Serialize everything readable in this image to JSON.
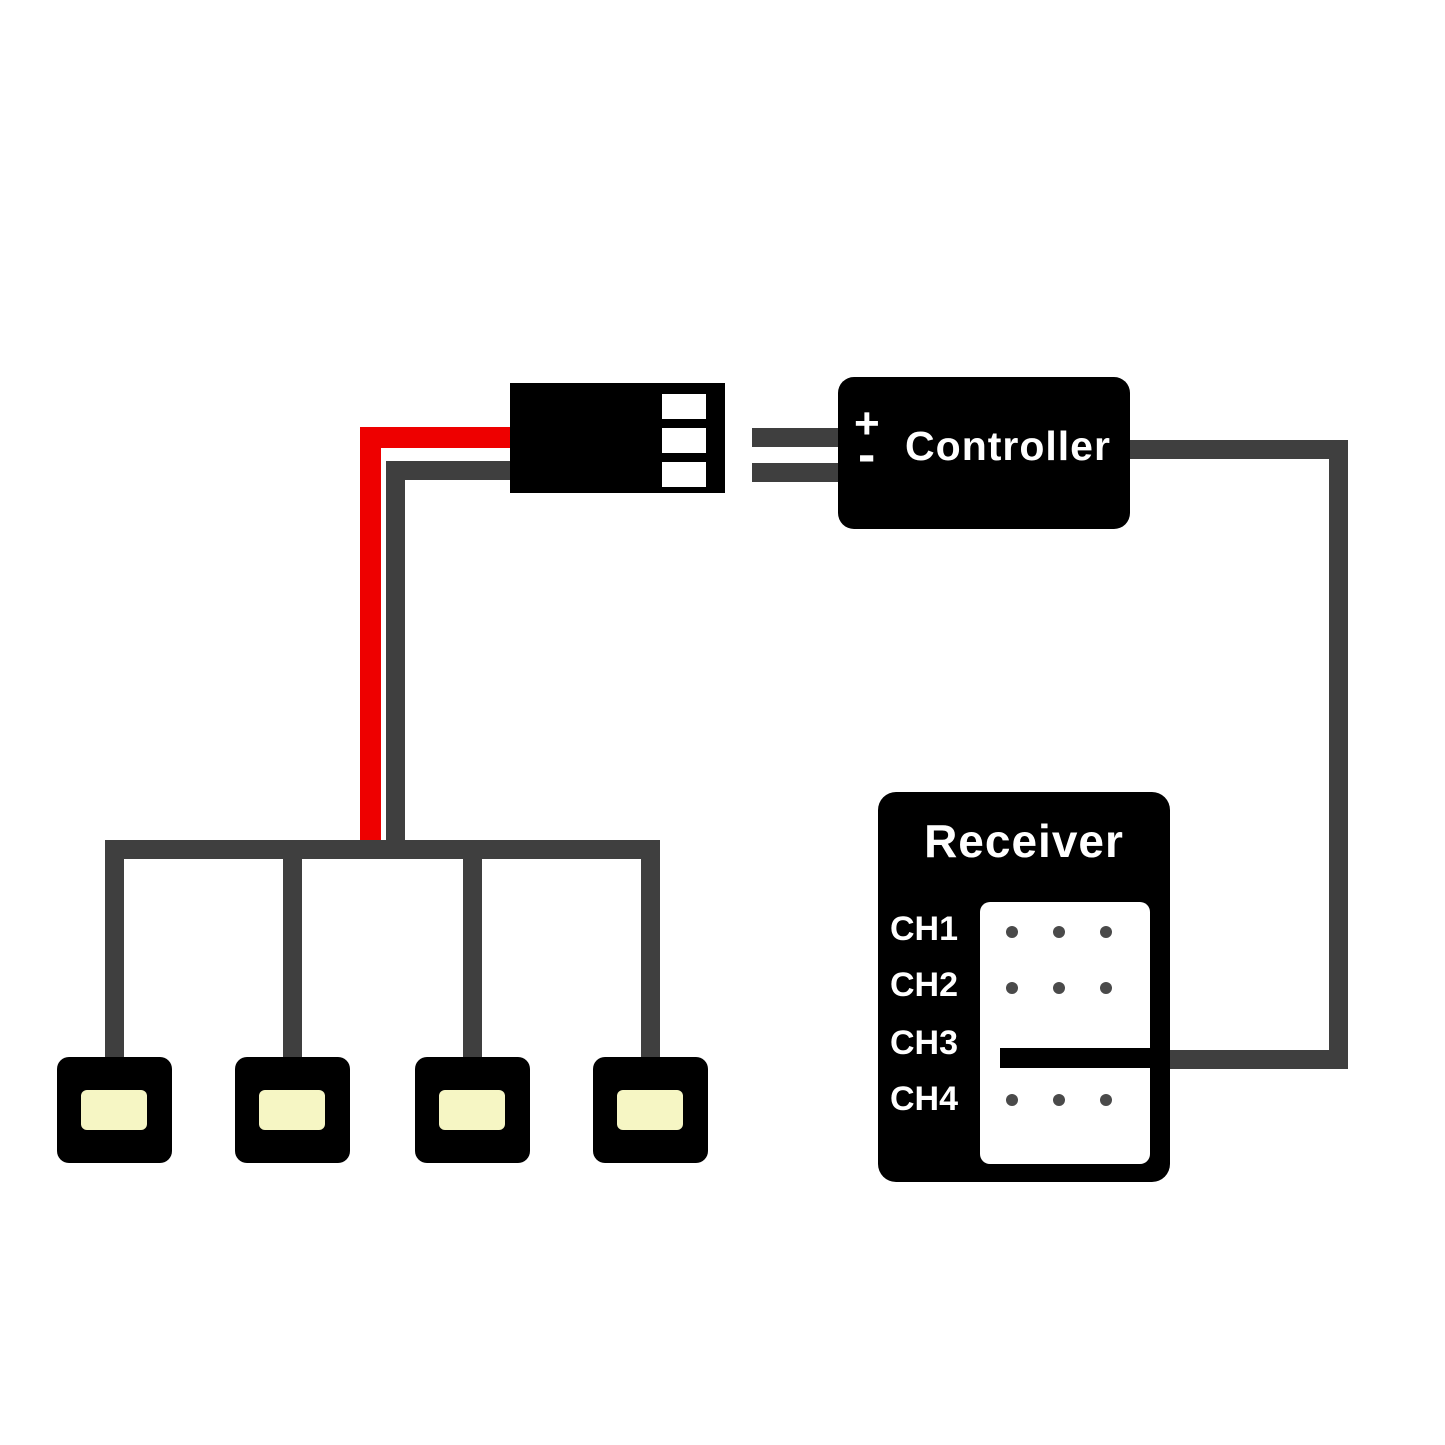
{
  "controller": {
    "label": "Controller",
    "plus_label": "+",
    "minus_label": "-"
  },
  "receiver": {
    "label": "Receiver",
    "channels": [
      "CH1",
      "CH2",
      "CH3",
      "CH4"
    ]
  },
  "colors": {
    "wire": "#3f3f3f",
    "power_wire": "#ee0000",
    "device": "#000000",
    "led_light": "#f6f6c4",
    "pin_dot": "#4a4a4a",
    "pin_white": "#ffffff"
  }
}
